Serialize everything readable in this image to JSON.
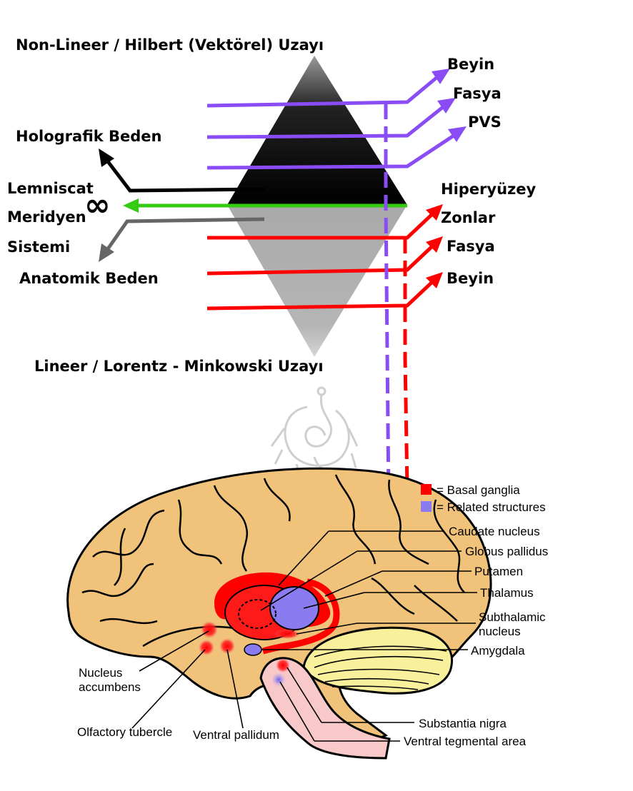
{
  "top": {
    "title_top": "Non-Lineer / Hilbert (Vektörel) Uzayı",
    "title_bottom": "Lineer / Lorentz - Minkowski Uzayı",
    "left": {
      "holografik": "Holografik Beden",
      "lemniscat": "Lemniscat",
      "infinity": "∞",
      "meridyen": "Meridyen",
      "sistemi": "Sistemi",
      "anatomik": "Anatomik Beden"
    },
    "right_upper": [
      "Beyin",
      "Fasya",
      "PVS"
    ],
    "hiperyuzey": "Hiperyüzey",
    "right_lower": [
      "Zonlar",
      "Fasya",
      "Beyin"
    ]
  },
  "legend": {
    "basal": "= Basal ganglia",
    "related": "= Related structures"
  },
  "brain_labels": {
    "caudate": "Caudate nucleus",
    "globus": "Globus pallidus",
    "putamen": "Putamen",
    "thalamus": "Thalamus",
    "subthalamic_1": "Subthalamic",
    "subthalamic_2": "nucleus",
    "amygdala": "Amygdala",
    "substantia": "Substantia nigra",
    "vta": "Ventral tegmental area",
    "nucleus_1": "Nucleus",
    "nucleus_2": "accumbens",
    "olfactory": "Olfactory tubercle",
    "ventral_pallidum": "Ventral pallidum"
  },
  "colors": {
    "purple": "#8a4cf5",
    "red": "#ff0000",
    "green": "#33cc11",
    "dark_gray": "#666666",
    "brain_fill": "#f0c27a",
    "cerebellum": "#f8f09a",
    "brainstem": "#f9c8c8",
    "related_blue": "#8a7cf0"
  }
}
